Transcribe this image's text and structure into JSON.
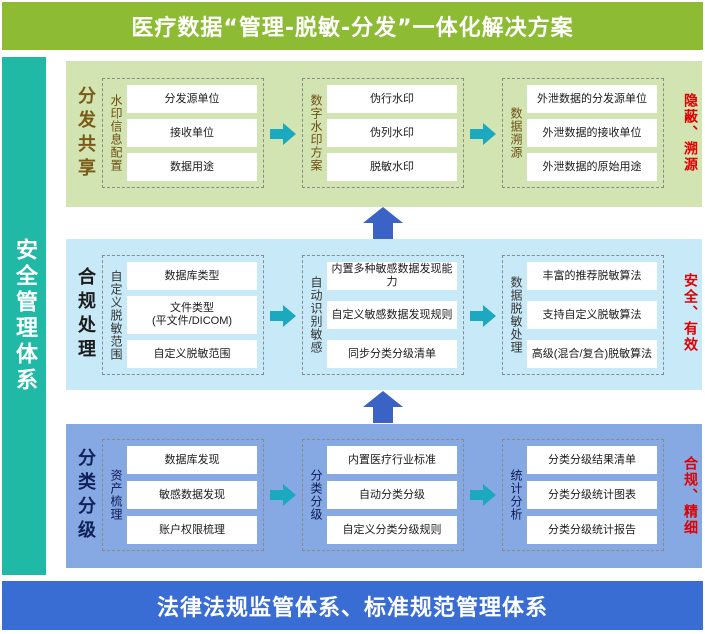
{
  "title": "医疗数据“管理-脱敏-分发”一体化解决方案",
  "footer": "法律法规监管体系、标准规范管理体系",
  "side_bar": "安全管理体系",
  "layers": {
    "share": {
      "title": "分发共享",
      "note": "隐蔽、溯源",
      "modules": [
        {
          "label": "水印信息配置",
          "items": [
            "分发源单位",
            "接收单位",
            "数据用途"
          ]
        },
        {
          "label": "数字水印方案",
          "items": [
            "伪行水印",
            "伪列水印",
            "脱敏水印"
          ]
        },
        {
          "label": "数据溯源",
          "items": [
            "外泄数据的分发源单位",
            "外泄数据的接收单位",
            "外泄数据的原始用途"
          ]
        }
      ]
    },
    "comply": {
      "title": "合规处理",
      "note": "安全、有效",
      "modules": [
        {
          "label": "自定义脱敏范围",
          "items": [
            "数据库类型",
            "文件类型\n(平文件/DICOM)",
            "自定义脱敏范围"
          ]
        },
        {
          "label": "自动识别敏感",
          "items": [
            "内置多种敏感数据发现能力",
            "自定义敏感数据发现规则",
            "同步分类分级清单"
          ]
        },
        {
          "label": "数据脱敏处理",
          "items": [
            "丰富的推荐脱敏算法",
            "支持自定义脱敏算法",
            "高级(混合/复合)脱敏算法"
          ]
        }
      ]
    },
    "classify": {
      "title": "分类分级",
      "note": "合规、精细",
      "modules": [
        {
          "label": "资产梳理",
          "items": [
            "数据库发现",
            "敏感数据发现",
            "账户权限梳理"
          ]
        },
        {
          "label": "分类分级",
          "items": [
            "内置医疗行业标准",
            "自动分类分级",
            "自定义分类分级规则"
          ]
        },
        {
          "label": "统计分析",
          "items": [
            "分类分级结果清单",
            "分类分级统计图表",
            "分类分级统计报告"
          ]
        }
      ]
    }
  },
  "colors": {
    "top_banner": "#8dbb34",
    "bottom_banner": "#3a6dd4",
    "side_bar": "#1fb9a5",
    "share_bg": "#d3e4b3",
    "comply_bg": "#c8eaf8",
    "classify_bg": "#86a9e3",
    "arrow_right": "#1aa9bf",
    "arrow_up": "#3b62c5",
    "note": "#e00000"
  }
}
